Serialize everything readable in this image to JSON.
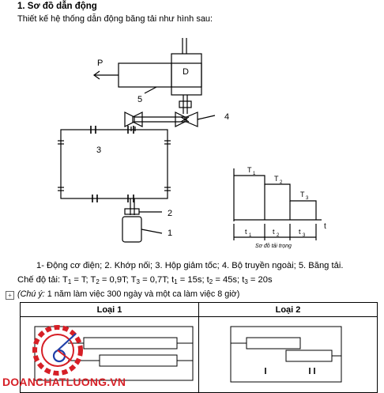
{
  "section_title": "1. Sơ đồ dẫn động",
  "intro": "Thiết kế hệ thống dẫn động băng tải như hình sau:",
  "diagram": {
    "label_P": "P",
    "label_D": "D",
    "label_5": "5",
    "label_4": "4",
    "label_3": "3",
    "label_2": "2",
    "label_1": "1",
    "label_T1": "T",
    "label_T2": "T",
    "label_T3": "T",
    "sub_1": "1",
    "sub_2": "2",
    "sub_3": "3",
    "label_t1": "t",
    "label_t2": "t",
    "label_t3": "t",
    "label_t": "t",
    "load_caption": "Sơ đồ tải trọng",
    "load_levels": [
      1.0,
      0.9,
      0.7
    ],
    "load_durations_s": [
      15,
      45,
      20
    ]
  },
  "legend": "1- Động cơ điện; 2. Khớp nối; 3. Hộp giảm tốc; 4. Bộ truyền ngoài; 5. Băng tải.",
  "load_text": {
    "prefix": "Chế độ tải: T",
    "s1": "1",
    "p1": " = T; T",
    "s2": "2",
    "p2": " = 0,9T; T",
    "s3": "3",
    "p3": " = 0,7T; t",
    "s4": "1",
    "p4": " = 15s; t",
    "s5": "2",
    "p5": " = 45s; t",
    "s6": "3",
    "p6": " = 20s"
  },
  "note": {
    "italic": "(Chú ý:",
    "rest": " 1 năm làm việc 300 ngày và một ca làm việc 8 giờ)"
  },
  "table": {
    "col1": "Loại 1",
    "col2": "Loại 2"
  },
  "watermark": "DOANCHATLUONG.VN",
  "colors": {
    "watermark_red": "#d61f26",
    "watermark_blue": "#1f3fa8"
  }
}
